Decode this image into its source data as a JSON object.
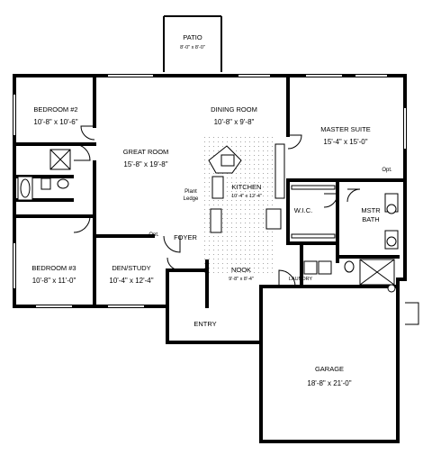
{
  "rooms": {
    "patio": {
      "name": "PATIO",
      "size": "8'-0\" x 8'-0\""
    },
    "bedroom2": {
      "name": "BEDROOM #2",
      "size": "10'-8\" x 10'-6\""
    },
    "dining": {
      "name": "DINING ROOM",
      "size": "10'-8\" x 9'-8\""
    },
    "master": {
      "name": "MASTER SUITE",
      "size": "15'-4\" x 15'-0\""
    },
    "great": {
      "name": "GREAT ROOM",
      "size": "15'-8\" x 19'-8\""
    },
    "kitchen": {
      "name": "KITCHEN",
      "size": "10'-4\" x 12'-4\""
    },
    "wic": {
      "name": "W.I.C."
    },
    "mstrbath": {
      "name": "MSTR",
      "name2": "BATH"
    },
    "foyer": {
      "name": "FOYER"
    },
    "bedroom3": {
      "name": "BEDROOM #3",
      "size": "10'-8\" x 11'-0\""
    },
    "den": {
      "name": "DEN/STUDY",
      "size": "10'-4\" x 12'-4\""
    },
    "nook": {
      "name": "NOOK",
      "size": "9'-8\" x 8'-4\""
    },
    "laundry": {
      "name": "LAUNDRY"
    },
    "entry": {
      "name": "ENTRY"
    },
    "garage": {
      "name": "GARAGE",
      "size": "18'-8\" x 21'-0\""
    }
  },
  "notes": {
    "plant_ledge_1": "Plant",
    "plant_ledge_2": "Ledge",
    "opt_foyer": "Opt.",
    "opt_master": "Opt."
  }
}
